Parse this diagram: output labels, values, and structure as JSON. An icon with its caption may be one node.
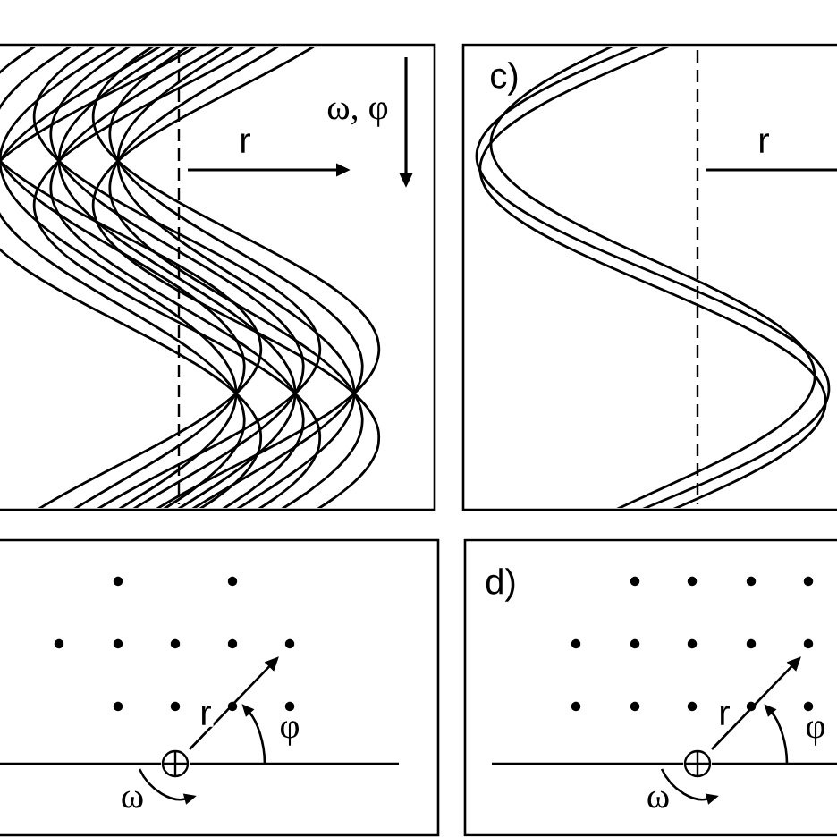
{
  "diagram": {
    "labels": [
      "ω, φ",
      "r",
      "c)",
      "r",
      "d)",
      "r",
      "φ",
      "ω",
      "r",
      "φ",
      "ω"
    ]
  }
}
